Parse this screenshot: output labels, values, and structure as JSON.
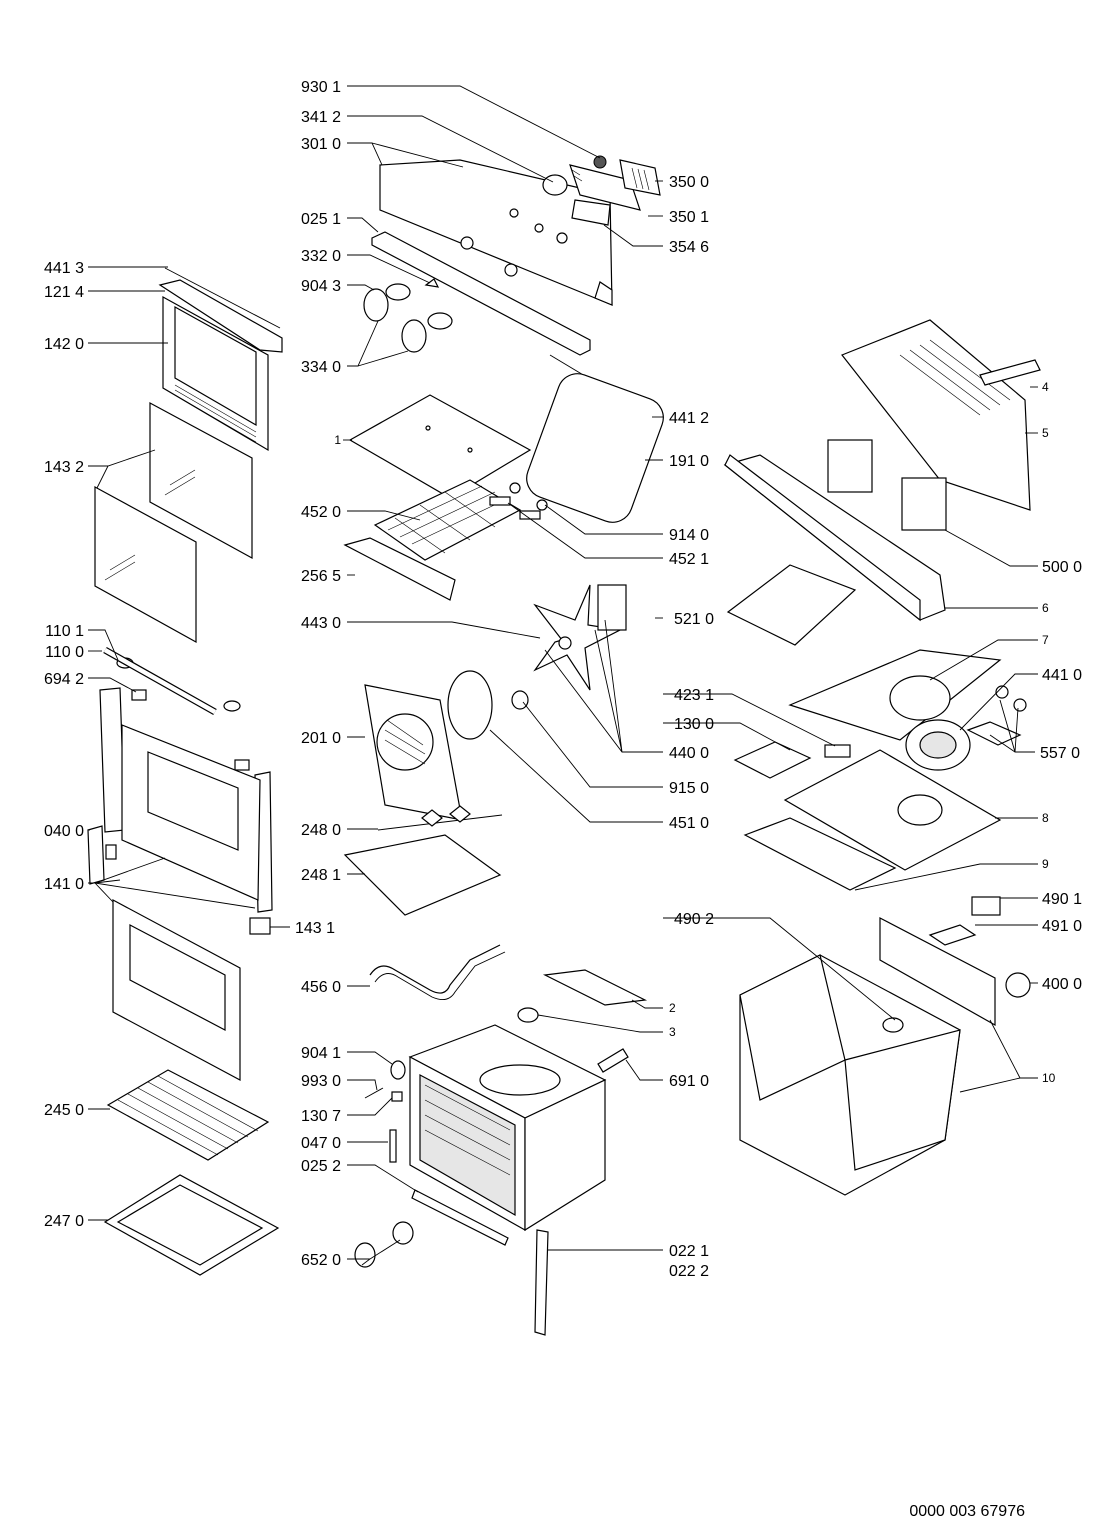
{
  "document_id": "0000 003 67976",
  "callouts": [
    {
      "id": "c9301",
      "text": "930 1"
    },
    {
      "id": "c3412",
      "text": "341 2"
    },
    {
      "id": "c3010",
      "text": "301 0"
    },
    {
      "id": "c0251",
      "text": "025 1"
    },
    {
      "id": "c3320",
      "text": "332 0"
    },
    {
      "id": "c9043",
      "text": "904 3"
    },
    {
      "id": "c3340",
      "text": "334 0"
    },
    {
      "id": "c3500",
      "text": "350 0"
    },
    {
      "id": "c3501",
      "text": "350 1"
    },
    {
      "id": "c3546",
      "text": "354 6"
    },
    {
      "id": "c4413",
      "text": "441 3"
    },
    {
      "id": "c1214",
      "text": "121 4"
    },
    {
      "id": "c1420",
      "text": "142 0"
    },
    {
      "id": "c1432",
      "text": "143 2"
    },
    {
      "id": "c1101",
      "text": "110 1"
    },
    {
      "id": "c1100",
      "text": "110 0"
    },
    {
      "id": "c6942",
      "text": "694 2"
    },
    {
      "id": "c0400",
      "text": "040 0"
    },
    {
      "id": "c1410",
      "text": "141 0"
    },
    {
      "id": "c1431",
      "text": "143 1"
    },
    {
      "id": "c2450",
      "text": "245 0"
    },
    {
      "id": "c2470",
      "text": "247 0"
    },
    {
      "id": "c1",
      "text": "1"
    },
    {
      "id": "c4412",
      "text": "441 2"
    },
    {
      "id": "c1910",
      "text": "191 0"
    },
    {
      "id": "c4520",
      "text": "452 0"
    },
    {
      "id": "c9140",
      "text": "914 0"
    },
    {
      "id": "c4521",
      "text": "452 1"
    },
    {
      "id": "c2565",
      "text": "256 5"
    },
    {
      "id": "c4430",
      "text": "443 0"
    },
    {
      "id": "c5210",
      "text": "521 0"
    },
    {
      "id": "c2010",
      "text": "201 0"
    },
    {
      "id": "c4400",
      "text": "440 0"
    },
    {
      "id": "c9150",
      "text": "915 0"
    },
    {
      "id": "c4510",
      "text": "451 0"
    },
    {
      "id": "c2480",
      "text": "248 0"
    },
    {
      "id": "c2481",
      "text": "248 1"
    },
    {
      "id": "c4560",
      "text": "456 0"
    },
    {
      "id": "c2",
      "text": "2"
    },
    {
      "id": "c3",
      "text": "3"
    },
    {
      "id": "c9041",
      "text": "904 1"
    },
    {
      "id": "c9930",
      "text": "993 0"
    },
    {
      "id": "c1307",
      "text": "130 7"
    },
    {
      "id": "c0470",
      "text": "047 0"
    },
    {
      "id": "c0252",
      "text": "025 2"
    },
    {
      "id": "c6910",
      "text": "691 0"
    },
    {
      "id": "c6520",
      "text": "652 0"
    },
    {
      "id": "c0221",
      "text": "022 1"
    },
    {
      "id": "c0222",
      "text": "022 2"
    },
    {
      "id": "c4",
      "text": "4"
    },
    {
      "id": "c5",
      "text": "5"
    },
    {
      "id": "c5000",
      "text": "500 0"
    },
    {
      "id": "c6",
      "text": "6"
    },
    {
      "id": "c7",
      "text": "7"
    },
    {
      "id": "c4410",
      "text": "441 0"
    },
    {
      "id": "c4231",
      "text": "423 1"
    },
    {
      "id": "c1300",
      "text": "130 0"
    },
    {
      "id": "c5570",
      "text": "557 0"
    },
    {
      "id": "c8",
      "text": "8"
    },
    {
      "id": "c9",
      "text": "9"
    },
    {
      "id": "c4901",
      "text": "490 1"
    },
    {
      "id": "c4902",
      "text": "490 2"
    },
    {
      "id": "c4910",
      "text": "491 0"
    },
    {
      "id": "c4000",
      "text": "400 0"
    },
    {
      "id": "c10",
      "text": "10"
    }
  ]
}
